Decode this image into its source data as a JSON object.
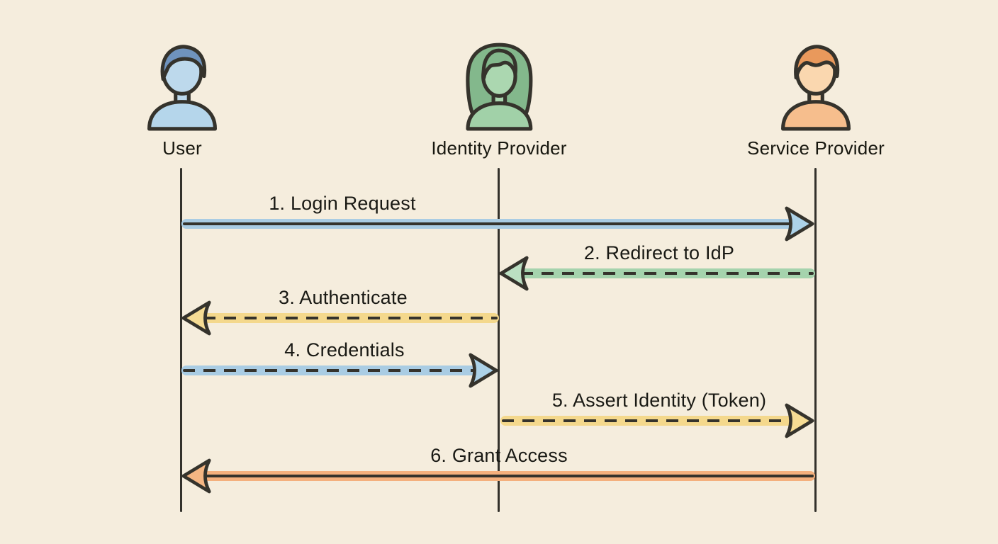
{
  "diagram": {
    "type": "sequence-diagram",
    "background_color": "#F4ECDC",
    "ink_color": "#35332C",
    "actors": [
      {
        "label": "User",
        "hair_color": "#6F93BD",
        "face_color": "#BDD9EC",
        "body_color": "#B5D6EB"
      },
      {
        "label": "Identity Provider",
        "hair_color": "#83B88C",
        "face_color": "#ABD7B0",
        "body_color": "#A1D1A8"
      },
      {
        "label": "Service Provider",
        "hair_color": "#E9995C",
        "face_color": "#FAD7AF",
        "body_color": "#F6BE8D"
      }
    ],
    "messages": [
      {
        "step": 1,
        "label": "1. Login Request",
        "from": "User",
        "to": "Service Provider",
        "line_style": "solid",
        "color": "#A9CCE3",
        "head_color": "#ACD2E8"
      },
      {
        "step": 2,
        "label": "2. Redirect to IdP",
        "from": "Service Provider",
        "to": "Identity Provider",
        "line_style": "dashed",
        "color": "#A5D3AD",
        "head_color": "#BBDFC2"
      },
      {
        "step": 3,
        "label": "3. Authenticate",
        "from": "Identity Provider",
        "to": "User",
        "line_style": "dashed",
        "color": "#F4D88C",
        "head_color": "#F6DC94"
      },
      {
        "step": 4,
        "label": "4. Credentials",
        "from": "User",
        "to": "Identity Provider",
        "line_style": "dashed",
        "color": "#A9CCE3",
        "head_color": "#ACD2E8"
      },
      {
        "step": 5,
        "label": "5. Assert Identity (Token)",
        "from": "Identity Provider",
        "to": "Service Provider",
        "line_style": "dashed",
        "color": "#F4D88C",
        "head_color": "#F6DC94"
      },
      {
        "step": 6,
        "label": "6. Grant Access",
        "from": "Service Provider",
        "to": "User",
        "line_style": "solid",
        "color": "#F4B07D",
        "head_color": "#F5B683"
      }
    ]
  }
}
